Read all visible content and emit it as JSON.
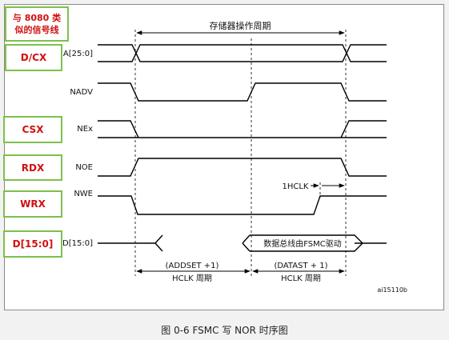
{
  "tags": {
    "similar_8080_line1": "与 8080 类",
    "similar_8080_line2": "似的信号线",
    "dcx": "D/CX",
    "csx": "CSX",
    "rdx": "RDX",
    "wrx": "WRX",
    "data": "D[15:0]"
  },
  "signals": {
    "address": "A[25:0]",
    "nadv": "NADV",
    "ne": "NEx",
    "noe": "NOE",
    "nwe": "NWE",
    "data_bus": "D[15:0]"
  },
  "annotations": {
    "memory_cycle": "存储器操作周期",
    "hold": "1HCLK",
    "data_driven": "数据总线由FSMC驱动",
    "addset": "(ADDSET +1)",
    "addset_unit": "HCLK 周期",
    "datast": "(DATAST + 1)",
    "datast_unit": "HCLK 周期",
    "figure_id": "ai15110b"
  },
  "caption": "图 0-6 FSMC 写 NOR 时序图",
  "colors": {
    "tag_border": "#7dc04a",
    "tag_text": "#d01010",
    "waveform": "#000000",
    "frame_border": "#8a8a8a",
    "page_background": "#f2f2f2"
  }
}
